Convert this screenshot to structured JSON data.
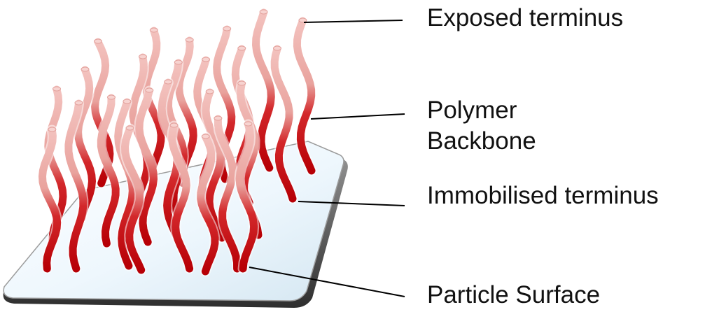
{
  "labels": {
    "exposed_terminus": "Exposed terminus",
    "polymer_backbone_line1": "Polymer",
    "polymer_backbone_line2": "Backbone",
    "immobilised_terminus": "Immobilised terminus",
    "particle_surface": "Particle Surface"
  },
  "colors": {
    "strand_dark": "#c0080c",
    "strand_light": "#f0b0ac",
    "surface_fill": "#eef7fc",
    "surface_edge": "#555555",
    "leader_line": "#000000"
  }
}
